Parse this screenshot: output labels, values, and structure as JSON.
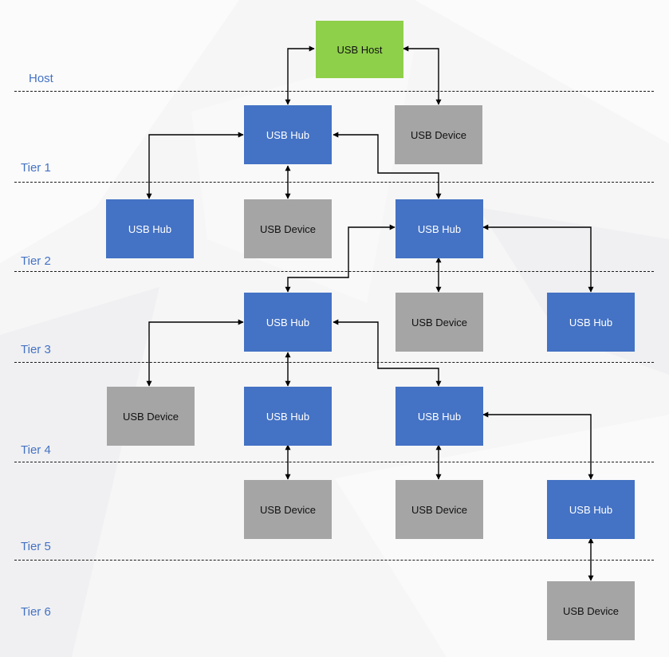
{
  "tiers": [
    {
      "id": "host",
      "label": "Host"
    },
    {
      "id": "tier-1",
      "label": "Tier 1"
    },
    {
      "id": "tier-2",
      "label": "Tier 2"
    },
    {
      "id": "tier-3",
      "label": "Tier 3"
    },
    {
      "id": "tier-4",
      "label": "Tier 4"
    },
    {
      "id": "tier-5",
      "label": "Tier 5"
    },
    {
      "id": "tier-6",
      "label": "Tier 6"
    }
  ],
  "nodes": {
    "host": "USB Host",
    "t1_hub": "USB Hub",
    "t1_device": "USB Device",
    "t2_hub_left": "USB Hub",
    "t2_device": "USB Device",
    "t2_hub_right": "USB Hub",
    "t3_hub_left": "USB Hub",
    "t3_device": "USB Device",
    "t3_hub_right": "USB Hub",
    "t4_device": "USB Device",
    "t4_hub_mid": "USB Hub",
    "t4_hub_right": "USB Hub",
    "t5_device_left": "USB Device",
    "t5_device_mid": "USB Device",
    "t5_hub": "USB Hub",
    "t6_device": "USB Device"
  },
  "connections": [
    [
      "host",
      "t1_hub"
    ],
    [
      "host",
      "t1_device"
    ],
    [
      "t1_hub",
      "t2_hub_left"
    ],
    [
      "t1_hub",
      "t2_device"
    ],
    [
      "t1_hub",
      "t2_hub_right"
    ],
    [
      "t2_hub_right",
      "t3_hub_left"
    ],
    [
      "t2_hub_right",
      "t3_device"
    ],
    [
      "t2_hub_right",
      "t3_hub_right"
    ],
    [
      "t3_hub_left",
      "t4_device"
    ],
    [
      "t3_hub_left",
      "t4_hub_mid"
    ],
    [
      "t3_hub_left",
      "t4_hub_right"
    ],
    [
      "t4_hub_mid",
      "t5_device_left"
    ],
    [
      "t4_hub_right",
      "t5_device_mid"
    ],
    [
      "t4_hub_right",
      "t5_hub"
    ],
    [
      "t5_hub",
      "t6_device"
    ]
  ],
  "colors": {
    "hub": "#4472c4",
    "device": "#a5a5a5",
    "host": "#8ed04a",
    "tier_label": "#4472c4",
    "line": "#000000"
  }
}
